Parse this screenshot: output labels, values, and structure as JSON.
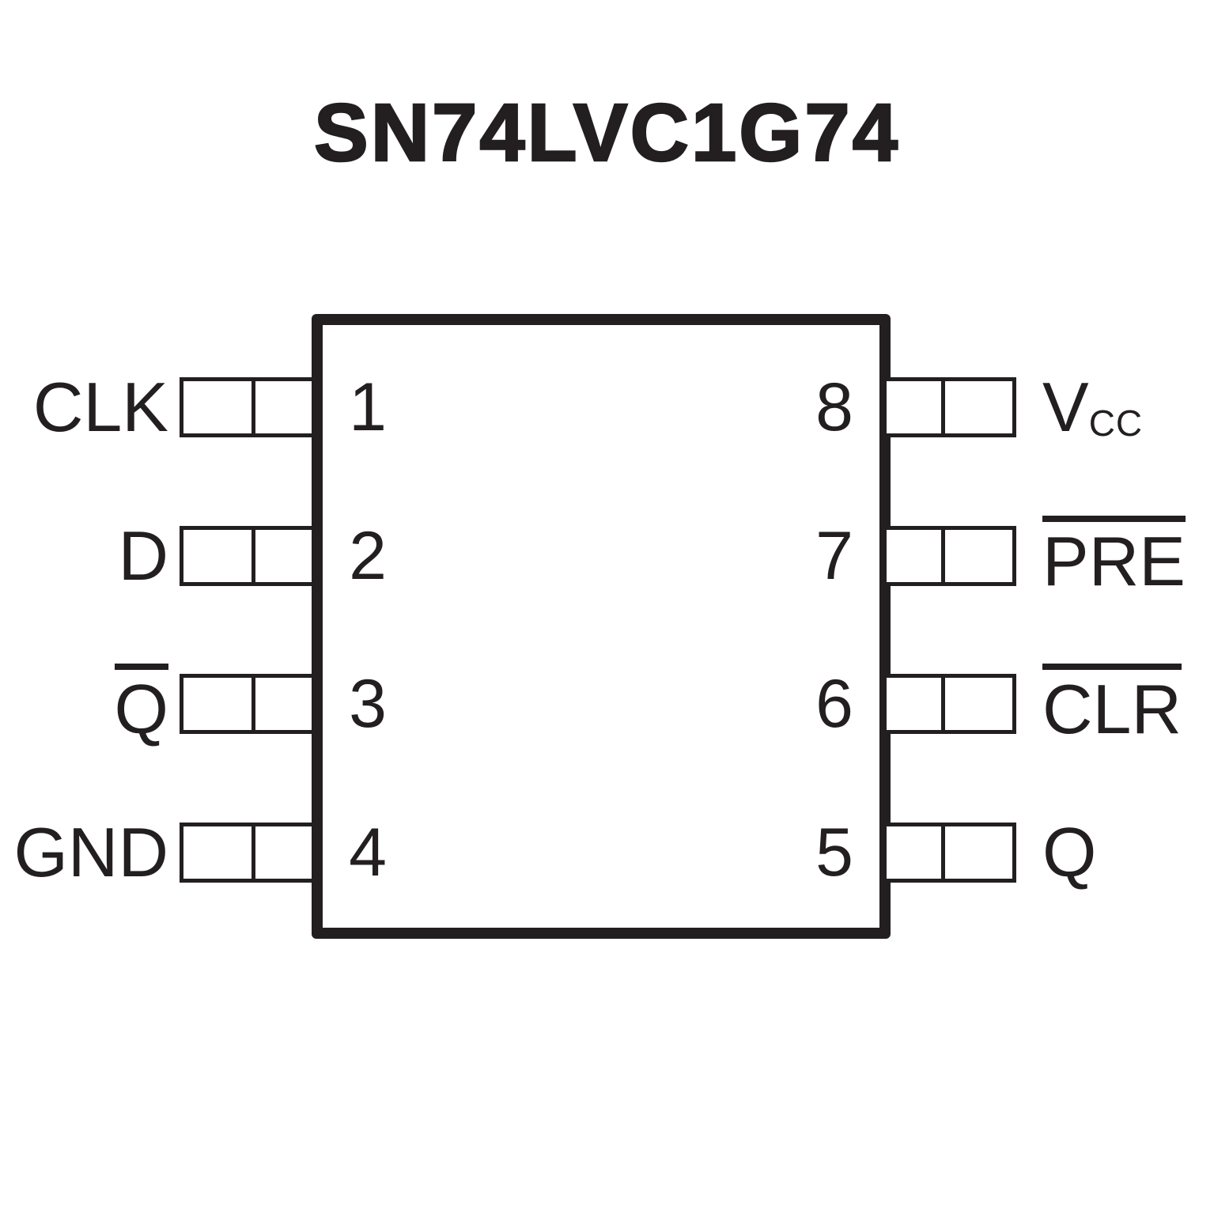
{
  "title": "SN74LVC1G74",
  "colors": {
    "ink": "#231f20",
    "background": "#ffffff"
  },
  "chip": {
    "left_pins": [
      {
        "number": "1",
        "label": "CLK",
        "overline": false
      },
      {
        "number": "2",
        "label": "D",
        "overline": false
      },
      {
        "number": "3",
        "label": "Q",
        "overline": true
      },
      {
        "number": "4",
        "label": "GND",
        "overline": false
      }
    ],
    "right_pins": [
      {
        "number": "8",
        "label": "V",
        "label_subscript": "CC",
        "overline": false
      },
      {
        "number": "7",
        "label": "PRE",
        "overline": true
      },
      {
        "number": "6",
        "label": "CLR",
        "overline": true
      },
      {
        "number": "5",
        "label": "Q",
        "overline": false
      }
    ]
  }
}
